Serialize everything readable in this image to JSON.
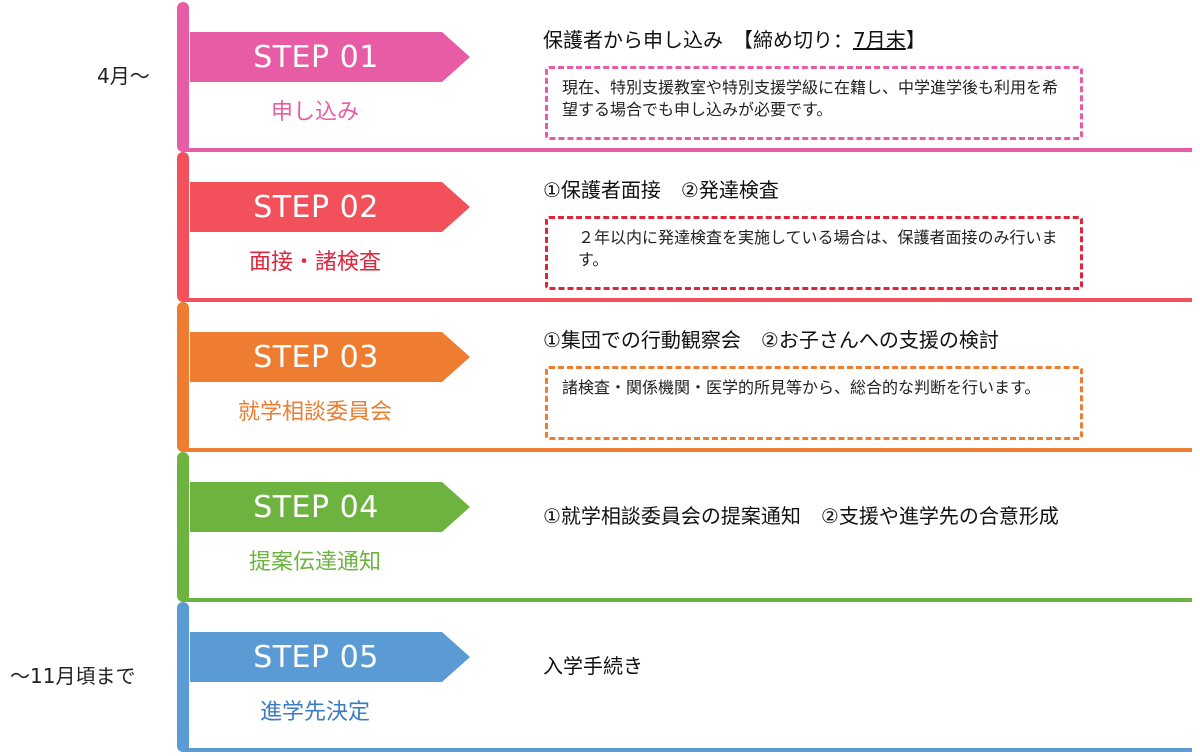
{
  "timeline": {
    "start_label": "4月～",
    "end_label": "～11月頃まで"
  },
  "steps": [
    {
      "badge": "STEP 01",
      "name": "申し込み",
      "title": "保護者から申し込み　【締め切り：",
      "title_underlined": "7月末",
      "title_suffix": "】",
      "note": "現在、特別支援教室や特別支援学級に在籍し、中学進学後も利用を希望する場合でも申し込みが必要です。",
      "color": "#E85CA5"
    },
    {
      "badge": "STEP 02",
      "name": "面接・諸検査",
      "title": "①保護者面接　②発達検査",
      "title_underlined": "",
      "title_suffix": "",
      "note": "２年以内に発達検査を実施している場合は、保護者面接のみ行います。",
      "color": "#F2505A"
    },
    {
      "badge": "STEP 03",
      "name": "就学相談委員会",
      "title": "①集団での行動観察会　②お子さんへの支援の検討",
      "title_underlined": "",
      "title_suffix": "",
      "note": "諸検査・関係機関・医学的所見等から、総合的な判断を行います。",
      "color": "#EE7D31"
    },
    {
      "badge": "STEP 04",
      "name": "提案伝達通知",
      "title": "①就学相談委員会の提案通知　②支援や進学先の合意形成",
      "title_underlined": "",
      "title_suffix": "",
      "note": "",
      "color": "#6CB33F"
    },
    {
      "badge": "STEP 05",
      "name": "進学先決定",
      "title": "入学手続き",
      "title_underlined": "",
      "title_suffix": "",
      "note": "",
      "color": "#5B9BD5"
    }
  ],
  "colors": {
    "step_name_01": "#E85CA5",
    "step_name_02": "#E0243B",
    "step_name_03": "#EE7D31",
    "step_name_04": "#6CB33F",
    "step_name_05": "#3B7BC0",
    "note_border_01": "#E85CA5",
    "note_border_02": "#E0243B",
    "note_border_03": "#EE7D31"
  }
}
